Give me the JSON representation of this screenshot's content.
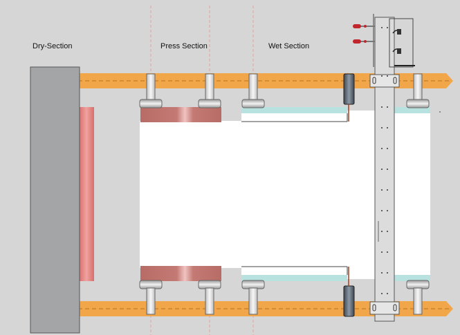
{
  "labels": {
    "dry": "Dry-Section",
    "press": "Press Section",
    "wet": "Wet Section"
  },
  "colors": {
    "background": "#d6d6d6",
    "orange_rail": "#f2a64a",
    "dryer_body": "#a3a5a7",
    "dryer_felt": "#e58a88",
    "press_roll": "#c07670",
    "wet_roll": "#b8e2e0",
    "sheet": "#ffffff",
    "support_post": "#e9e9e9",
    "frame": "#dcdcdc",
    "gauge_body": "#6b7480",
    "red_marker": "#c0262b"
  }
}
